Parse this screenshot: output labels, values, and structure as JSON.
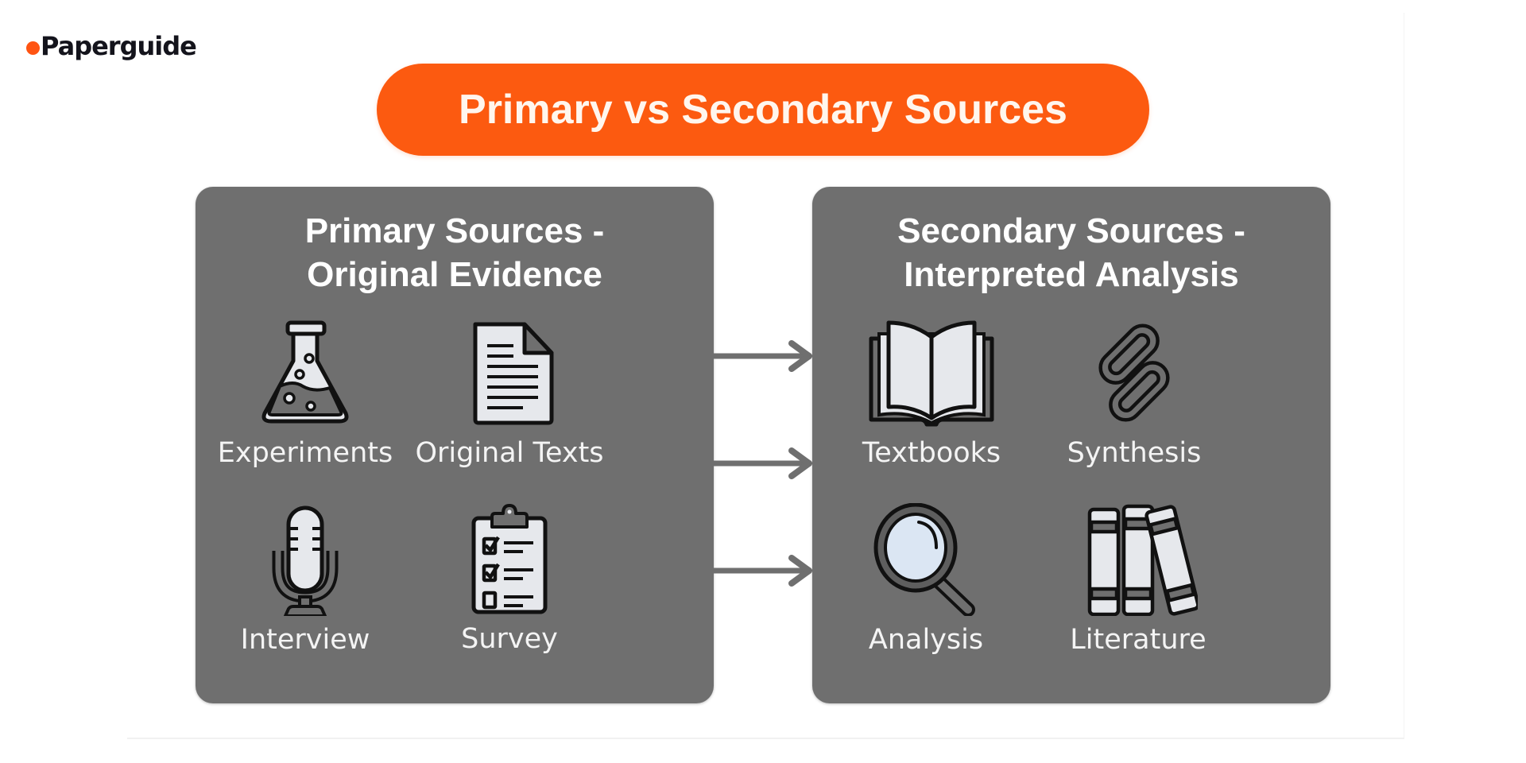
{
  "brand": {
    "name": "Paperguide",
    "dot_color": "#FF5412"
  },
  "title": {
    "text": "Primary vs Secondary Sources",
    "background": "#FC5A10"
  },
  "panels": {
    "primary": {
      "title_line1": "Primary Sources -",
      "title_line2": "Original Evidence",
      "items": [
        {
          "label": "Experiments",
          "icon": "flask-icon"
        },
        {
          "label": "Original Texts",
          "icon": "document-icon"
        },
        {
          "label": "Interview",
          "icon": "microphone-icon"
        },
        {
          "label": "Survey",
          "icon": "clipboard-checklist-icon"
        }
      ]
    },
    "secondary": {
      "title_line1": "Secondary Sources -",
      "title_line2": "Interpreted Analysis",
      "items": [
        {
          "label": "Textbooks",
          "icon": "open-book-icon"
        },
        {
          "label": "Synthesis",
          "icon": "chain-link-icon"
        },
        {
          "label": "Analysis",
          "icon": "magnifying-glass-icon"
        },
        {
          "label": "Literature",
          "icon": "books-icon"
        }
      ]
    }
  },
  "connectors": {
    "count": 3,
    "icon": "arrow-right-icon",
    "color": "#6f6f6f"
  },
  "colors": {
    "panel_bg": "#6f6f6f",
    "icon_fill": "#e6e8ec",
    "icon_stroke": "#111111"
  }
}
